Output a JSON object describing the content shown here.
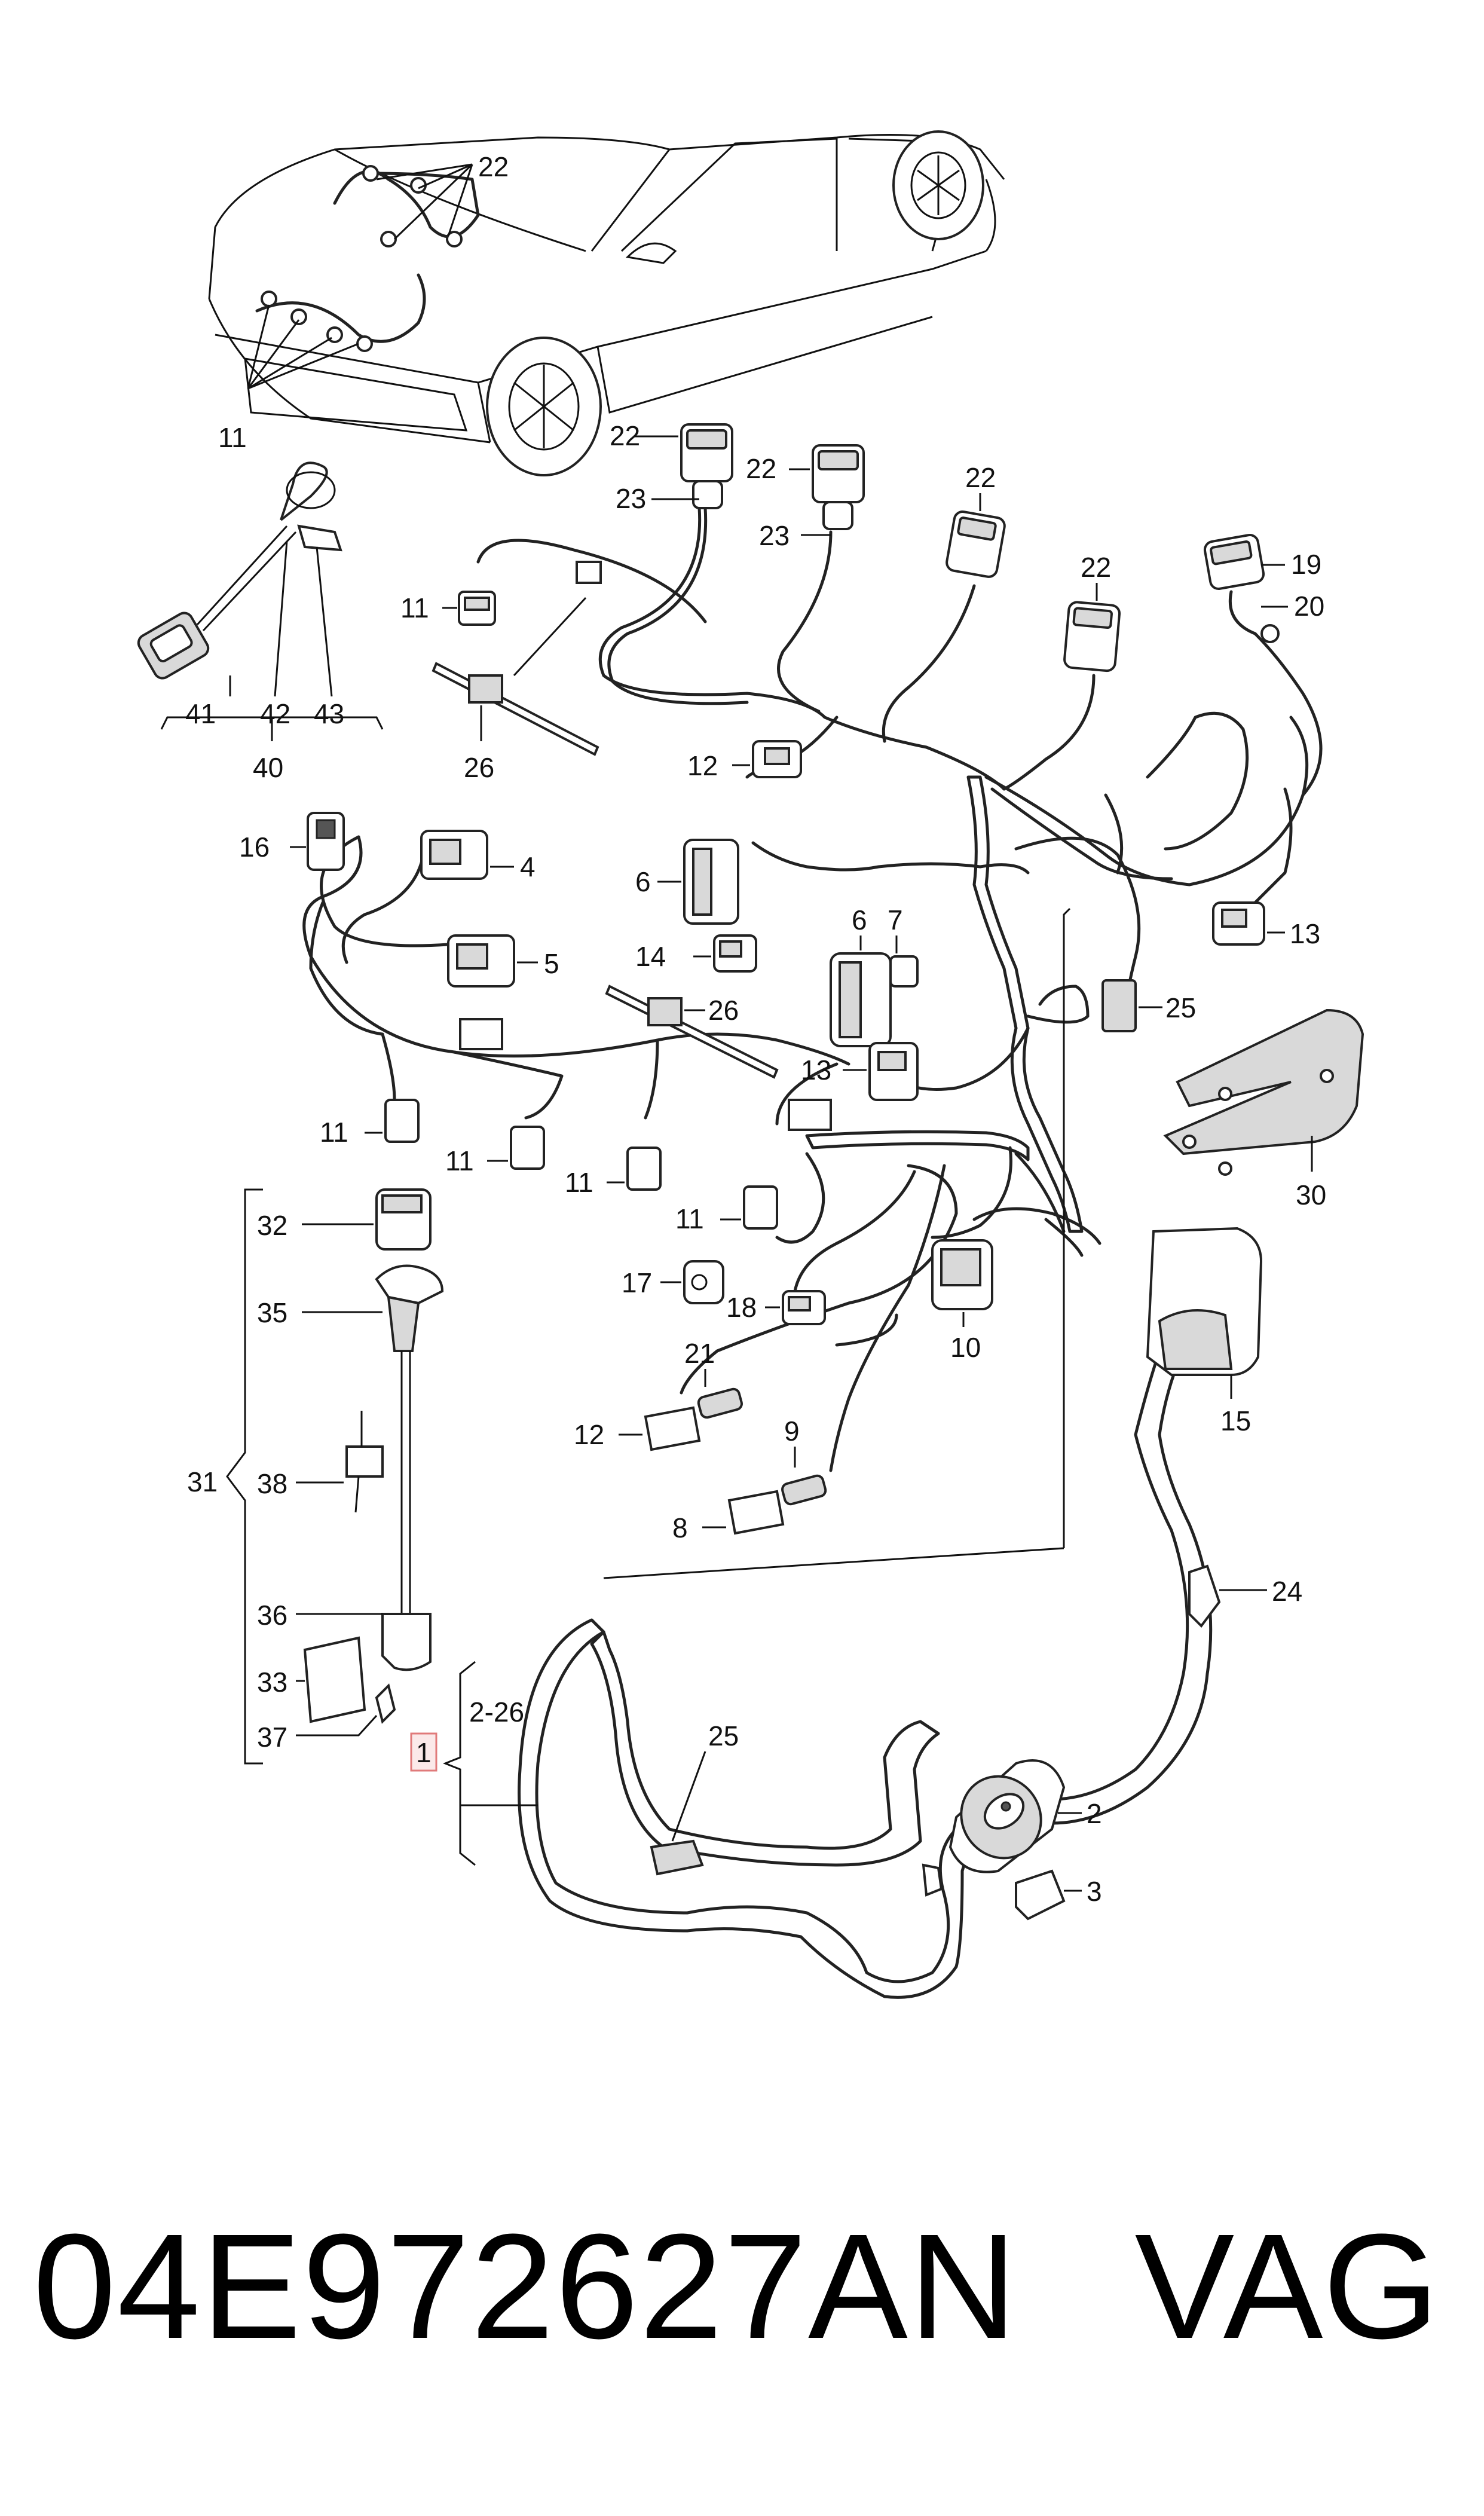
{
  "diagram": {
    "callouts": {
      "c22a": "22",
      "c11a": "11",
      "c41": "41",
      "c42": "42",
      "c43": "43",
      "c40": "40",
      "c11b": "11",
      "c26a": "26",
      "c22b": "22",
      "c23a": "23",
      "c22c": "22",
      "c23b": "23",
      "c22d": "22",
      "c22e": "22",
      "c19": "19",
      "c20": "20",
      "c12a": "12",
      "c16": "16",
      "c4": "4",
      "c5": "5",
      "c6a": "6",
      "c14": "14",
      "c26b": "26",
      "c6b": "6",
      "c7": "7",
      "c25a": "25",
      "c13a": "13",
      "c13b": "13",
      "c30": "30",
      "c11c": "11",
      "c11d": "11",
      "c11e": "11",
      "c11f": "11",
      "c32": "32",
      "c35": "35",
      "c31": "31",
      "c38": "38",
      "c36": "36",
      "c33": "33",
      "c37": "37",
      "c17": "17",
      "c18": "18",
      "c10": "10",
      "c15": "15",
      "c21": "21",
      "c12b": "12",
      "c9": "9",
      "c8": "8",
      "c24": "24",
      "c1": "1",
      "c2_26": "2-26",
      "c25b": "25",
      "c2": "2",
      "c3": "3"
    }
  },
  "footer": {
    "part_number": "04E972627AN",
    "brand": "VAG"
  }
}
